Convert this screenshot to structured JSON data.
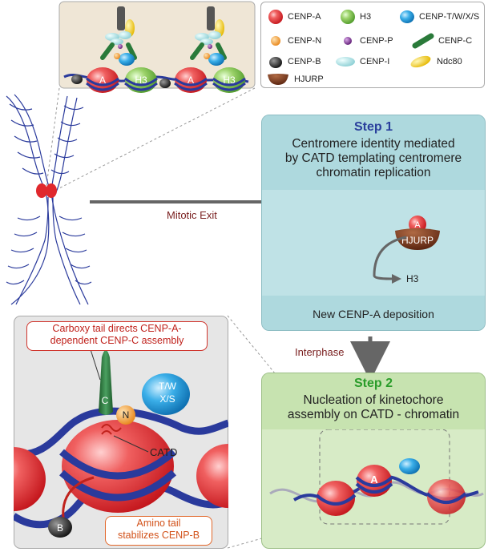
{
  "legend": {
    "items": [
      {
        "label": "CENP-A",
        "icon": "red-sphere-icon",
        "color": "#e0282d"
      },
      {
        "label": "H3",
        "icon": "green-sphere-icon",
        "color": "#7cc242"
      },
      {
        "label": "CENP-T/W/X/S",
        "icon": "blue-ellipse-icon",
        "color": "#1f9ad6"
      },
      {
        "label": "CENP-N",
        "icon": "orange-dot-icon",
        "color": "#f39a1e"
      },
      {
        "label": "CENP-P",
        "icon": "purple-dot-icon",
        "color": "#7a2a8c"
      },
      {
        "label": "CENP-C",
        "icon": "green-rod-icon",
        "color": "#2a7a3a"
      },
      {
        "label": "CENP-B",
        "icon": "black-cap-icon",
        "color": "#333333"
      },
      {
        "label": "CENP-I",
        "icon": "cyan-ellipse-icon",
        "color": "#a8dde0"
      },
      {
        "label": "Ndc80",
        "icon": "yellow-ellipse-icon",
        "color": "#f2d21c"
      },
      {
        "label": "HJURP",
        "icon": "brown-bowl-icon",
        "color": "#7a3a1c"
      }
    ]
  },
  "nucleosome_labels": {
    "cenp_a": "A",
    "h3": "H3"
  },
  "mitotic_exit": "Mitotic Exit",
  "step1": {
    "step": "Step 1",
    "description": [
      "Centromere identity mediated",
      "by CATD templating centromere",
      "chromatin replication"
    ],
    "hjurp_a": "A",
    "hjurp": "HJURP",
    "h3_out": "H3",
    "deposition": "New CENP-A deposition"
  },
  "interphase": "Interphase",
  "step2": {
    "step": "Step 2",
    "description": [
      "Nucleation of kinetochore",
      "assembly on CATD - chromatin"
    ],
    "nucleosome_a": "A"
  },
  "zoom": {
    "carboxy_label": [
      "Carboxy tail directs CENP-A-",
      "dependent CENP-C assembly"
    ],
    "amino_label": [
      "Amino tail",
      "stabilizes CENP-B"
    ],
    "c": "C",
    "n": "N",
    "tw": [
      "T/W",
      "X/S"
    ],
    "catd": "CATD",
    "b": "B"
  },
  "colors": {
    "cenp_a": "#e0282d",
    "h3": "#7cc242",
    "dna": "#2a3a9c",
    "step1_bg": "#bfe2e6",
    "step2_bg": "#d7ebc6",
    "arrow": "#666666",
    "label_red": "#c0221c",
    "label_orange": "#d2521a"
  }
}
